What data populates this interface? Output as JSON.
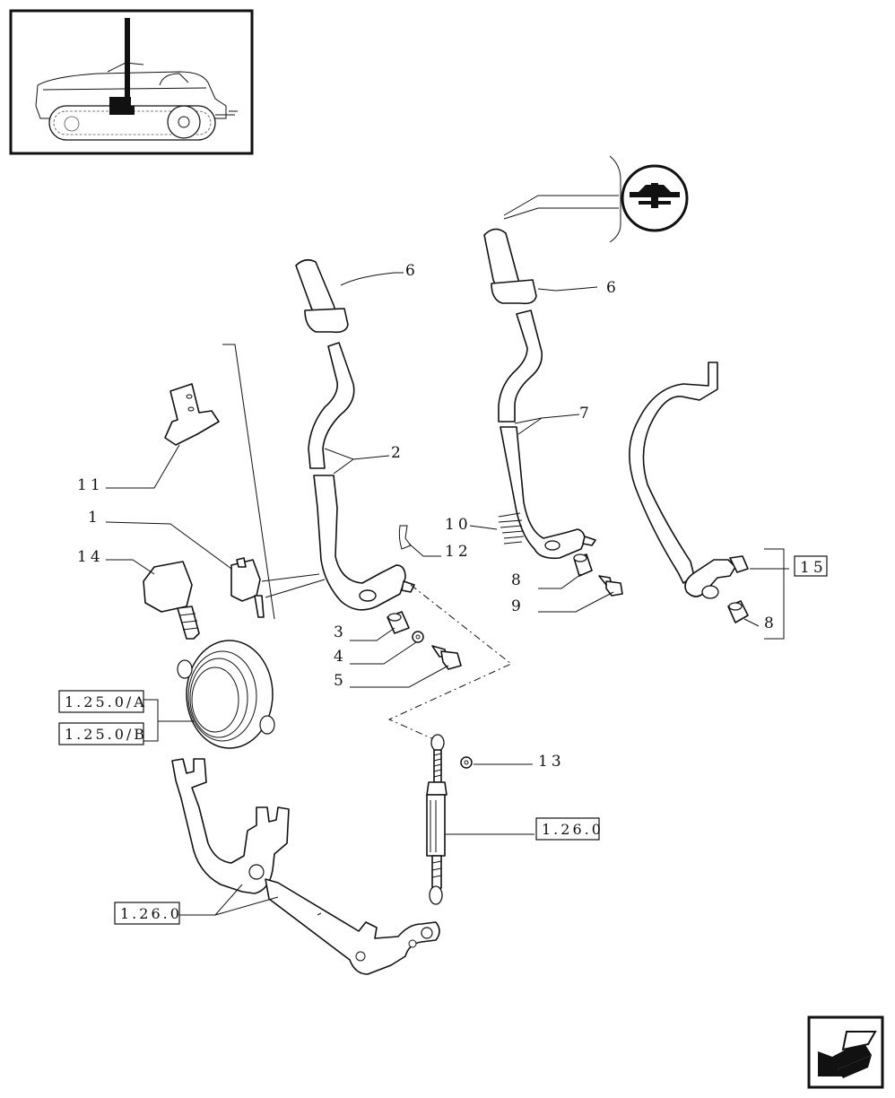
{
  "callouts": {
    "c1": "1",
    "c2": "2",
    "c3": "3",
    "c4": "4",
    "c5": "5",
    "c6a": "6",
    "c6b": "6",
    "c7": "7",
    "c8a": "8",
    "c8b": "8",
    "c9": "9",
    "c10": "10",
    "c11": "11",
    "c12": "12",
    "c13": "13",
    "c14": "14",
    "c15": "15"
  },
  "refs": {
    "r125a": "1.25.0/A",
    "r125b": "1.25.0/B",
    "r126a": "1.26.0",
    "r126b": "1.26.0"
  },
  "icons": {
    "variant_symbol": "pto-symbol-icon",
    "thumbnail": "tractor-location-thumbnail",
    "nav": "previous-page-arrow-icon"
  }
}
